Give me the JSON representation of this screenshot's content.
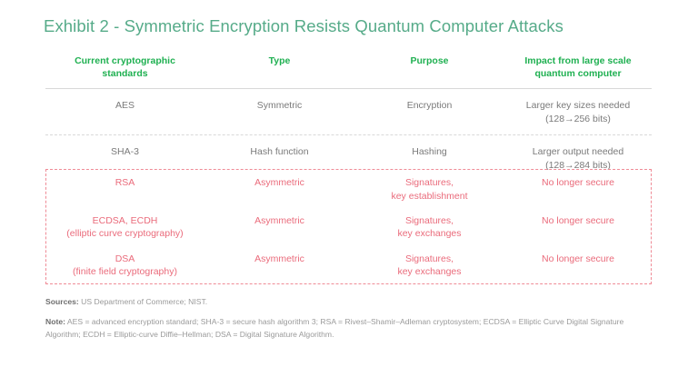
{
  "title": "Exhibit 2 - Symmetric Encryption Resists Quantum Computer Attacks",
  "colors": {
    "title_green": "#56ab89",
    "header_green": "#1fb051",
    "body_gray": "#7a7a7a",
    "danger_red": "#ea6b7b",
    "danger_border": "#ef8b96",
    "rule_gray": "#d8d8d8"
  },
  "table": {
    "headers": [
      {
        "line1": "Current cryptographic",
        "line2": "standards"
      },
      {
        "line1": "Type",
        "line2": ""
      },
      {
        "line1": "Purpose",
        "line2": ""
      },
      {
        "line1": "Impact from large scale",
        "line2": "quantum computer"
      }
    ],
    "rows": [
      {
        "standard_line1": "AES",
        "standard_line2": "",
        "type": "Symmetric",
        "purpose_line1": "Encryption",
        "purpose_line2": "",
        "impact_line1": "Larger key sizes needed",
        "impact_line2": "(128→256 bits)"
      },
      {
        "standard_line1": "SHA-3",
        "standard_line2": "",
        "type": "Hash function",
        "purpose_line1": "Hashing",
        "purpose_line2": "",
        "impact_line1": "Larger output needed",
        "impact_line2": "(128→284 bits)"
      }
    ],
    "danger_rows": [
      {
        "standard_line1": "RSA",
        "standard_line2": "",
        "type": "Asymmetric",
        "purpose_line1": "Signatures,",
        "purpose_line2": "key establishment",
        "impact_line1": "No longer secure",
        "impact_line2": ""
      },
      {
        "standard_line1": "ECDSA, ECDH",
        "standard_line2": "(elliptic curve cryptography)",
        "type": "Asymmetric",
        "purpose_line1": "Signatures,",
        "purpose_line2": "key exchanges",
        "impact_line1": "No longer secure",
        "impact_line2": ""
      },
      {
        "standard_line1": "DSA",
        "standard_line2": "(finite field cryptography)",
        "type": "Asymmetric",
        "purpose_line1": "Signatures,",
        "purpose_line2": "key exchanges",
        "impact_line1": "No longer secure",
        "impact_line2": ""
      }
    ]
  },
  "footnotes": {
    "sources_label": "Sources:",
    "sources_text": "US Department of Commerce; NIST.",
    "note_label": "Note:",
    "note_text": "AES = advanced encryption standard; SHA-3 = secure hash algorithm 3; RSA = Rivest–Shamir–Adleman cryptosystem; ECDSA = Elliptic Curve Digital Signature Algorithm; ECDH = Elliptic-curve Diffie–Hellman; DSA = Digital Signature Algorithm."
  }
}
